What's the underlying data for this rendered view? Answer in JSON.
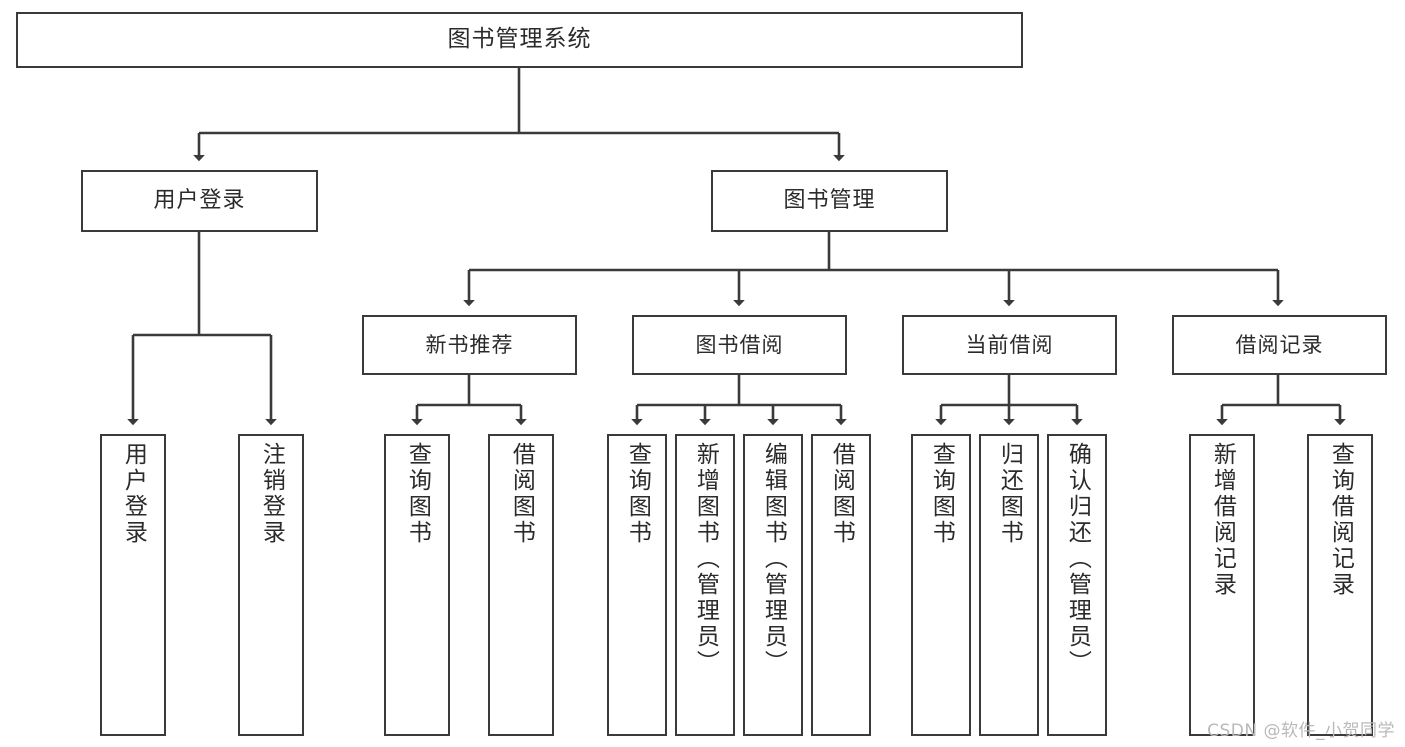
{
  "diagram": {
    "title": "图书管理系统",
    "watermark": "CSDN @软件_小贺同学",
    "root": {
      "id": "root",
      "label": "图书管理系统"
    },
    "level1": [
      {
        "id": "user-login",
        "label": "用户登录"
      },
      {
        "id": "book-manage",
        "label": "图书管理"
      }
    ],
    "level2": [
      {
        "id": "new-book-recommend",
        "label": "新书推荐"
      },
      {
        "id": "book-borrow",
        "label": "图书借阅"
      },
      {
        "id": "current-borrow",
        "label": "当前借阅"
      },
      {
        "id": "borrow-record",
        "label": "借阅记录"
      }
    ],
    "leaves": {
      "user_login": [
        {
          "id": "leaf-user-login",
          "label": "用户登录"
        },
        {
          "id": "leaf-logout-login",
          "label": "注销登录"
        }
      ],
      "new_book_recommend": [
        {
          "id": "leaf-query-book-1",
          "label": "查询图书"
        },
        {
          "id": "leaf-borrow-book-1",
          "label": "借阅图书"
        }
      ],
      "book_borrow": [
        {
          "id": "leaf-query-book-2",
          "label": "查询图书"
        },
        {
          "id": "leaf-add-book",
          "label": "新增图书（管理员）"
        },
        {
          "id": "leaf-edit-book",
          "label": "编辑图书（管理员）"
        },
        {
          "id": "leaf-borrow-book-2",
          "label": "借阅图书"
        }
      ],
      "current_borrow": [
        {
          "id": "leaf-query-book-3",
          "label": "查询图书"
        },
        {
          "id": "leaf-return-book",
          "label": "归还图书"
        },
        {
          "id": "leaf-confirm-return",
          "label": "确认归还（管理员）"
        }
      ],
      "borrow_record": [
        {
          "id": "leaf-add-record",
          "label": "新增借阅记录"
        },
        {
          "id": "leaf-query-record",
          "label": "查询借阅记录"
        }
      ]
    },
    "colors": {
      "stroke": "#3a3a3a",
      "text": "#2b2b2b",
      "background": "#ffffff",
      "watermark": "#b9b9b9"
    },
    "type": "tree-hierarchy-diagram"
  }
}
